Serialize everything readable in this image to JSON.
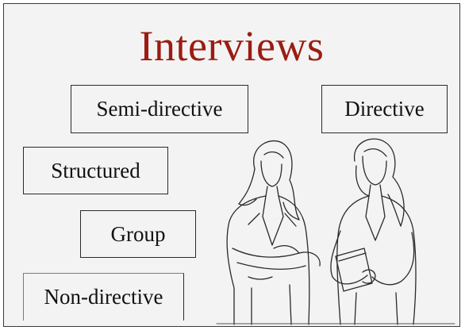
{
  "title": "Interviews",
  "boxes": {
    "semi_directive": "Semi-directive",
    "directive": "Directive",
    "structured": "Structured",
    "group": "Group",
    "non_directive": "Non-directive"
  },
  "colors": {
    "title": "#9b1c12",
    "background": "#f3f3f3",
    "line": "#2a2a2a"
  },
  "illustration": "two-women-line-art"
}
